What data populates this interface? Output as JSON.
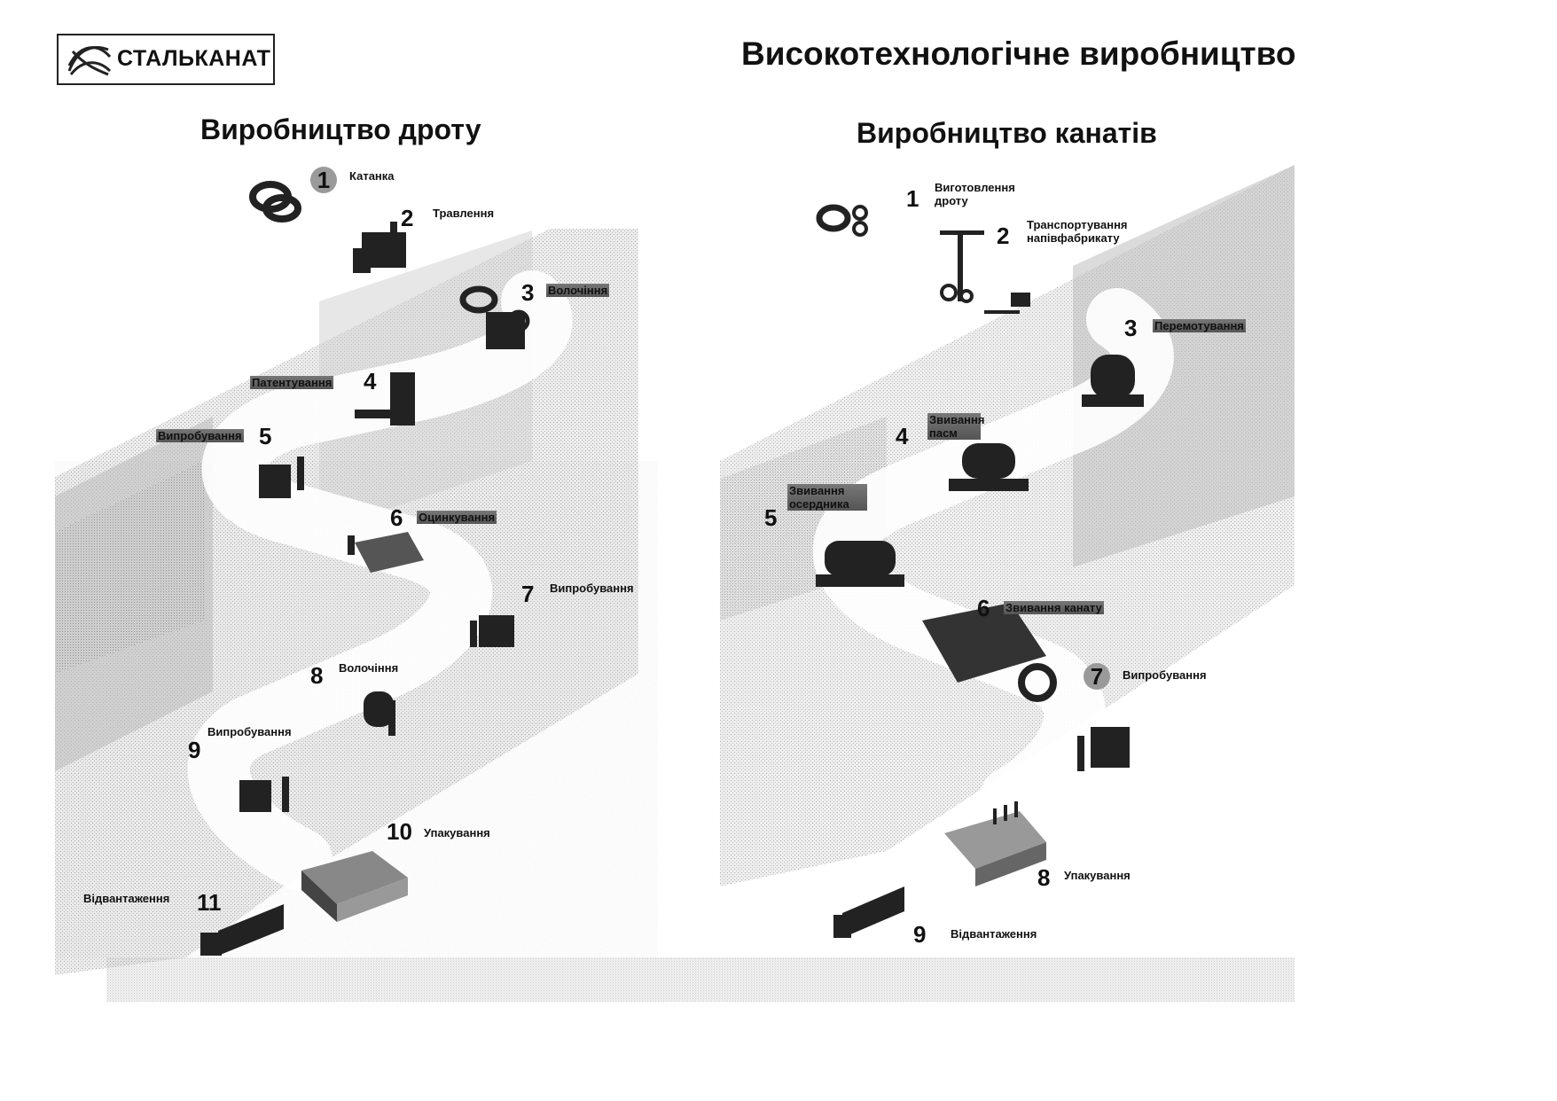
{
  "logo": {
    "text": "СТАЛЬКАНАТ",
    "icon": "rope-logo-icon"
  },
  "main_title": "Високотехнологічне виробництво",
  "wire": {
    "title": "Виробництво дроту",
    "steps": [
      {
        "num": "1",
        "label": "Катанка"
      },
      {
        "num": "2",
        "label": "Травлення"
      },
      {
        "num": "3",
        "label": "Волочіння"
      },
      {
        "num": "4",
        "label": "Патентування"
      },
      {
        "num": "5",
        "label": "Випробування"
      },
      {
        "num": "6",
        "label": "Оцинкування"
      },
      {
        "num": "7",
        "label": "Випробування"
      },
      {
        "num": "8",
        "label": "Волочіння"
      },
      {
        "num": "9",
        "label": "Випробування"
      },
      {
        "num": "10",
        "label": "Упакування"
      },
      {
        "num": "11",
        "label": "Відвантаження"
      }
    ]
  },
  "rope": {
    "title": "Виробництво канатів",
    "steps": [
      {
        "num": "1",
        "label": "Виготовлення дроту"
      },
      {
        "num": "2",
        "label": "Транспортування напівфабрикату"
      },
      {
        "num": "3",
        "label": "Перемотування"
      },
      {
        "num": "4",
        "label": "Звивання пасм"
      },
      {
        "num": "5",
        "label": "Звивання осердника"
      },
      {
        "num": "6",
        "label": "Звивання канату"
      },
      {
        "num": "7",
        "label": "Випробування"
      },
      {
        "num": "8",
        "label": "Упакування"
      },
      {
        "num": "9",
        "label": "Відвантаження"
      }
    ]
  }
}
